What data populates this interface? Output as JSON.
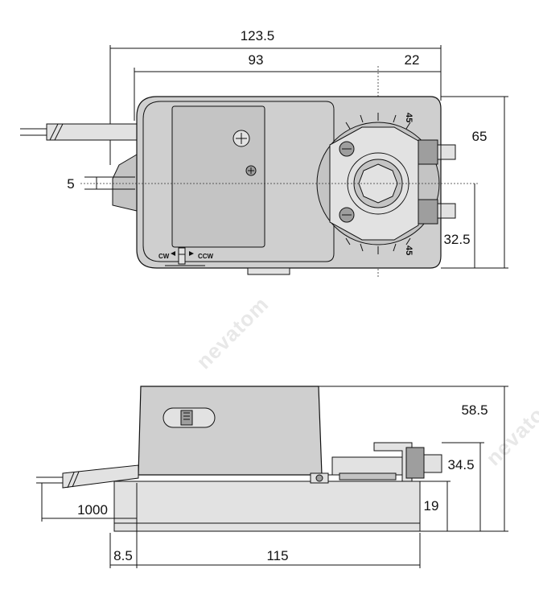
{
  "watermark": "nevatom",
  "top_view": {
    "dimensions": {
      "overall_length": "123.5",
      "body_length": "93",
      "shaft_offset": "22",
      "height": "65",
      "half_height": "32.5",
      "cable_gap": "5"
    },
    "labels": {
      "rotation_angle_top": "45",
      "rotation_angle_bottom": "45",
      "direction_cw": "CW",
      "direction_ccw": "CCW"
    }
  },
  "side_view": {
    "dimensions": {
      "total_height": "58.5",
      "shaft_height": "34.5",
      "base_height": "19",
      "cable_length": "1000",
      "base_offset": "8.5",
      "base_length": "115"
    }
  }
}
